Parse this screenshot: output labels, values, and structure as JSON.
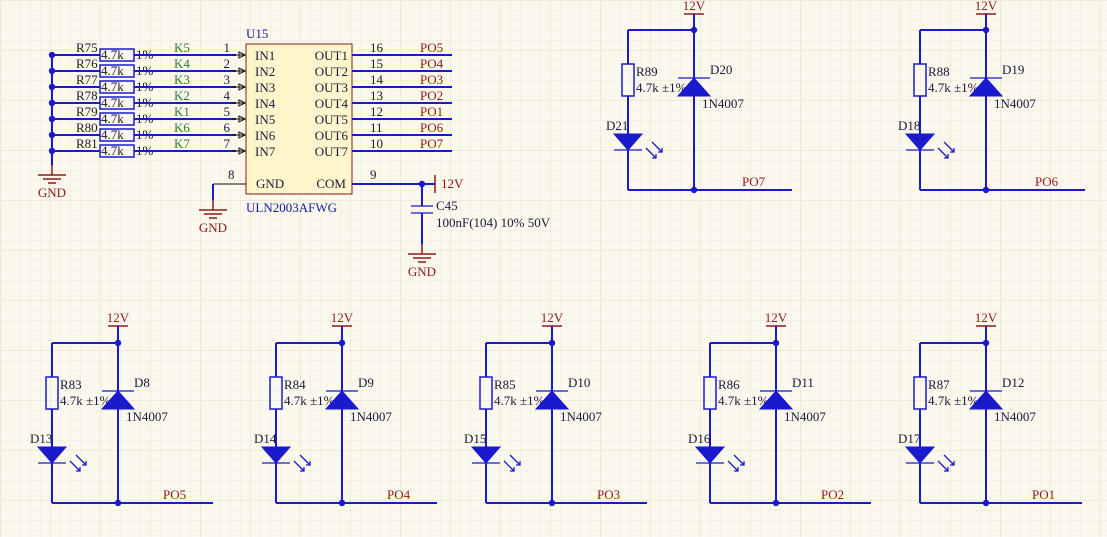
{
  "uln": {
    "ref": "U15",
    "part": "ULN2003AFWG",
    "pins": [
      {
        "in_num": "1",
        "in_name": "IN1",
        "out_num": "16",
        "out_name": "OUT1",
        "net": "PO5",
        "key": "K5",
        "res": "R75"
      },
      {
        "in_num": "2",
        "in_name": "IN2",
        "out_num": "15",
        "out_name": "OUT2",
        "net": "PO4",
        "key": "K4",
        "res": "R76"
      },
      {
        "in_num": "3",
        "in_name": "IN3",
        "out_num": "14",
        "out_name": "OUT3",
        "net": "PO3",
        "key": "K3",
        "res": "R77"
      },
      {
        "in_num": "4",
        "in_name": "IN4",
        "out_num": "13",
        "out_name": "OUT4",
        "net": "PO2",
        "key": "K2",
        "res": "R78"
      },
      {
        "in_num": "5",
        "in_name": "IN5",
        "out_num": "12",
        "out_name": "OUT5",
        "net": "PO1",
        "key": "K1",
        "res": "R79"
      },
      {
        "in_num": "6",
        "in_name": "IN6",
        "out_num": "11",
        "out_name": "OUT6",
        "net": "PO6",
        "key": "K6",
        "res": "R80"
      },
      {
        "in_num": "7",
        "in_name": "IN7",
        "out_num": "10",
        "out_name": "OUT7",
        "net": "PO7",
        "key": "K7",
        "res": "R81"
      }
    ],
    "res_value": "4.7k",
    "res_tol": "1%",
    "gnd_pin": {
      "num": "8",
      "name": "GND"
    },
    "com_pin": {
      "num": "9",
      "name": "COM"
    }
  },
  "cap": {
    "ref": "C45",
    "value": "100nF(104) 10% 50V"
  },
  "power_label": "12V",
  "gnd_label": "GND",
  "led_circuits": [
    {
      "res": "R89",
      "diode": "D20",
      "led": "D21",
      "net": "PO7"
    },
    {
      "res": "R88",
      "diode": "D19",
      "led": "D18",
      "net": "PO6"
    },
    {
      "res": "R83",
      "diode": "D8",
      "led": "D13",
      "net": "PO5"
    },
    {
      "res": "R84",
      "diode": "D9",
      "led": "D14",
      "net": "PO4"
    },
    {
      "res": "R85",
      "diode": "D10",
      "led": "D15",
      "net": "PO3"
    },
    {
      "res": "R86",
      "diode": "D11",
      "led": "D16",
      "net": "PO2"
    },
    {
      "res": "R87",
      "diode": "D12",
      "led": "D17",
      "net": "PO1"
    }
  ],
  "led_res_value": "4.7k ±1%",
  "diode_part": "1N4007",
  "colors": {
    "background": "#fbf8ee",
    "wire": "#1a1acc",
    "label": "#8b1a1a",
    "net_key": "#2e7d32"
  }
}
